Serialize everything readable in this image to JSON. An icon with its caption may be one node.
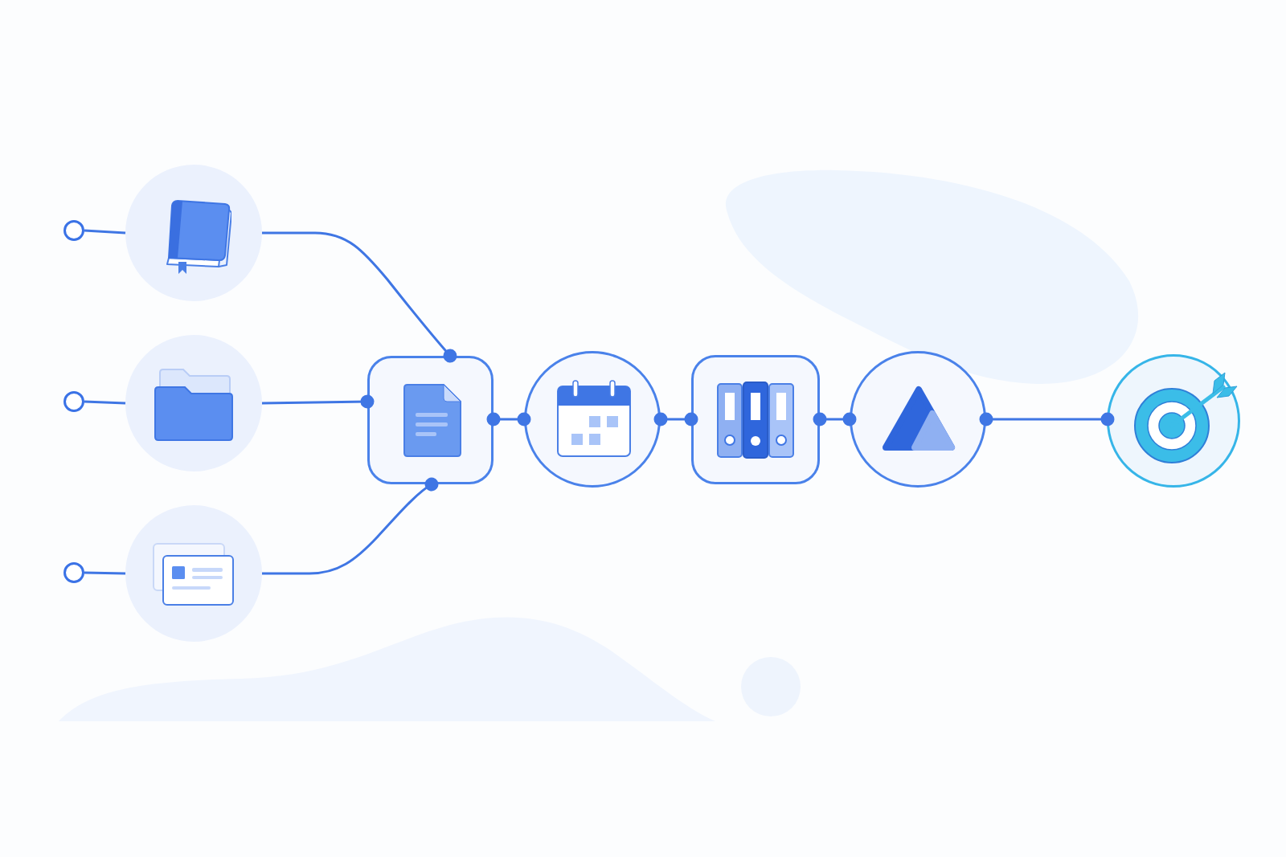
{
  "diagram": {
    "nodes": [
      {
        "text": [],
        "shape": "circle"
      },
      {
        "text": [],
        "shape": "circle"
      },
      {
        "text": [],
        "shape": "circle"
      },
      {
        "text": [],
        "shape": "picture"
      },
      {
        "text": [],
        "shape": "picture"
      },
      {
        "text": [],
        "shape": "picture"
      },
      {
        "text": [],
        "shape": "picture"
      },
      {
        "text": [],
        "shape": "picture"
      },
      {
        "text": [],
        "shape": "picture"
      },
      {
        "text": [],
        "shape": "picture"
      },
      {
        "text": [],
        "shape": "picture"
      }
    ],
    "edges": [
      {
        "from": 0,
        "to": 3,
        "arrow": "none"
      },
      {
        "from": 1,
        "to": 4,
        "arrow": "none"
      },
      {
        "from": 2,
        "to": 5,
        "arrow": "none"
      },
      {
        "from": 3,
        "to": 6,
        "arrow": "other"
      },
      {
        "from": 4,
        "to": 6,
        "arrow": "other"
      },
      {
        "from": 5,
        "to": 6,
        "arrow": "other"
      },
      {
        "from": 6,
        "to": 7,
        "arrow": "other"
      },
      {
        "from": 7,
        "to": 8,
        "arrow": "other"
      },
      {
        "from": 8,
        "to": 9,
        "arrow": "other"
      },
      {
        "from": 9,
        "to": 10,
        "arrow": "other"
      }
    ]
  }
}
